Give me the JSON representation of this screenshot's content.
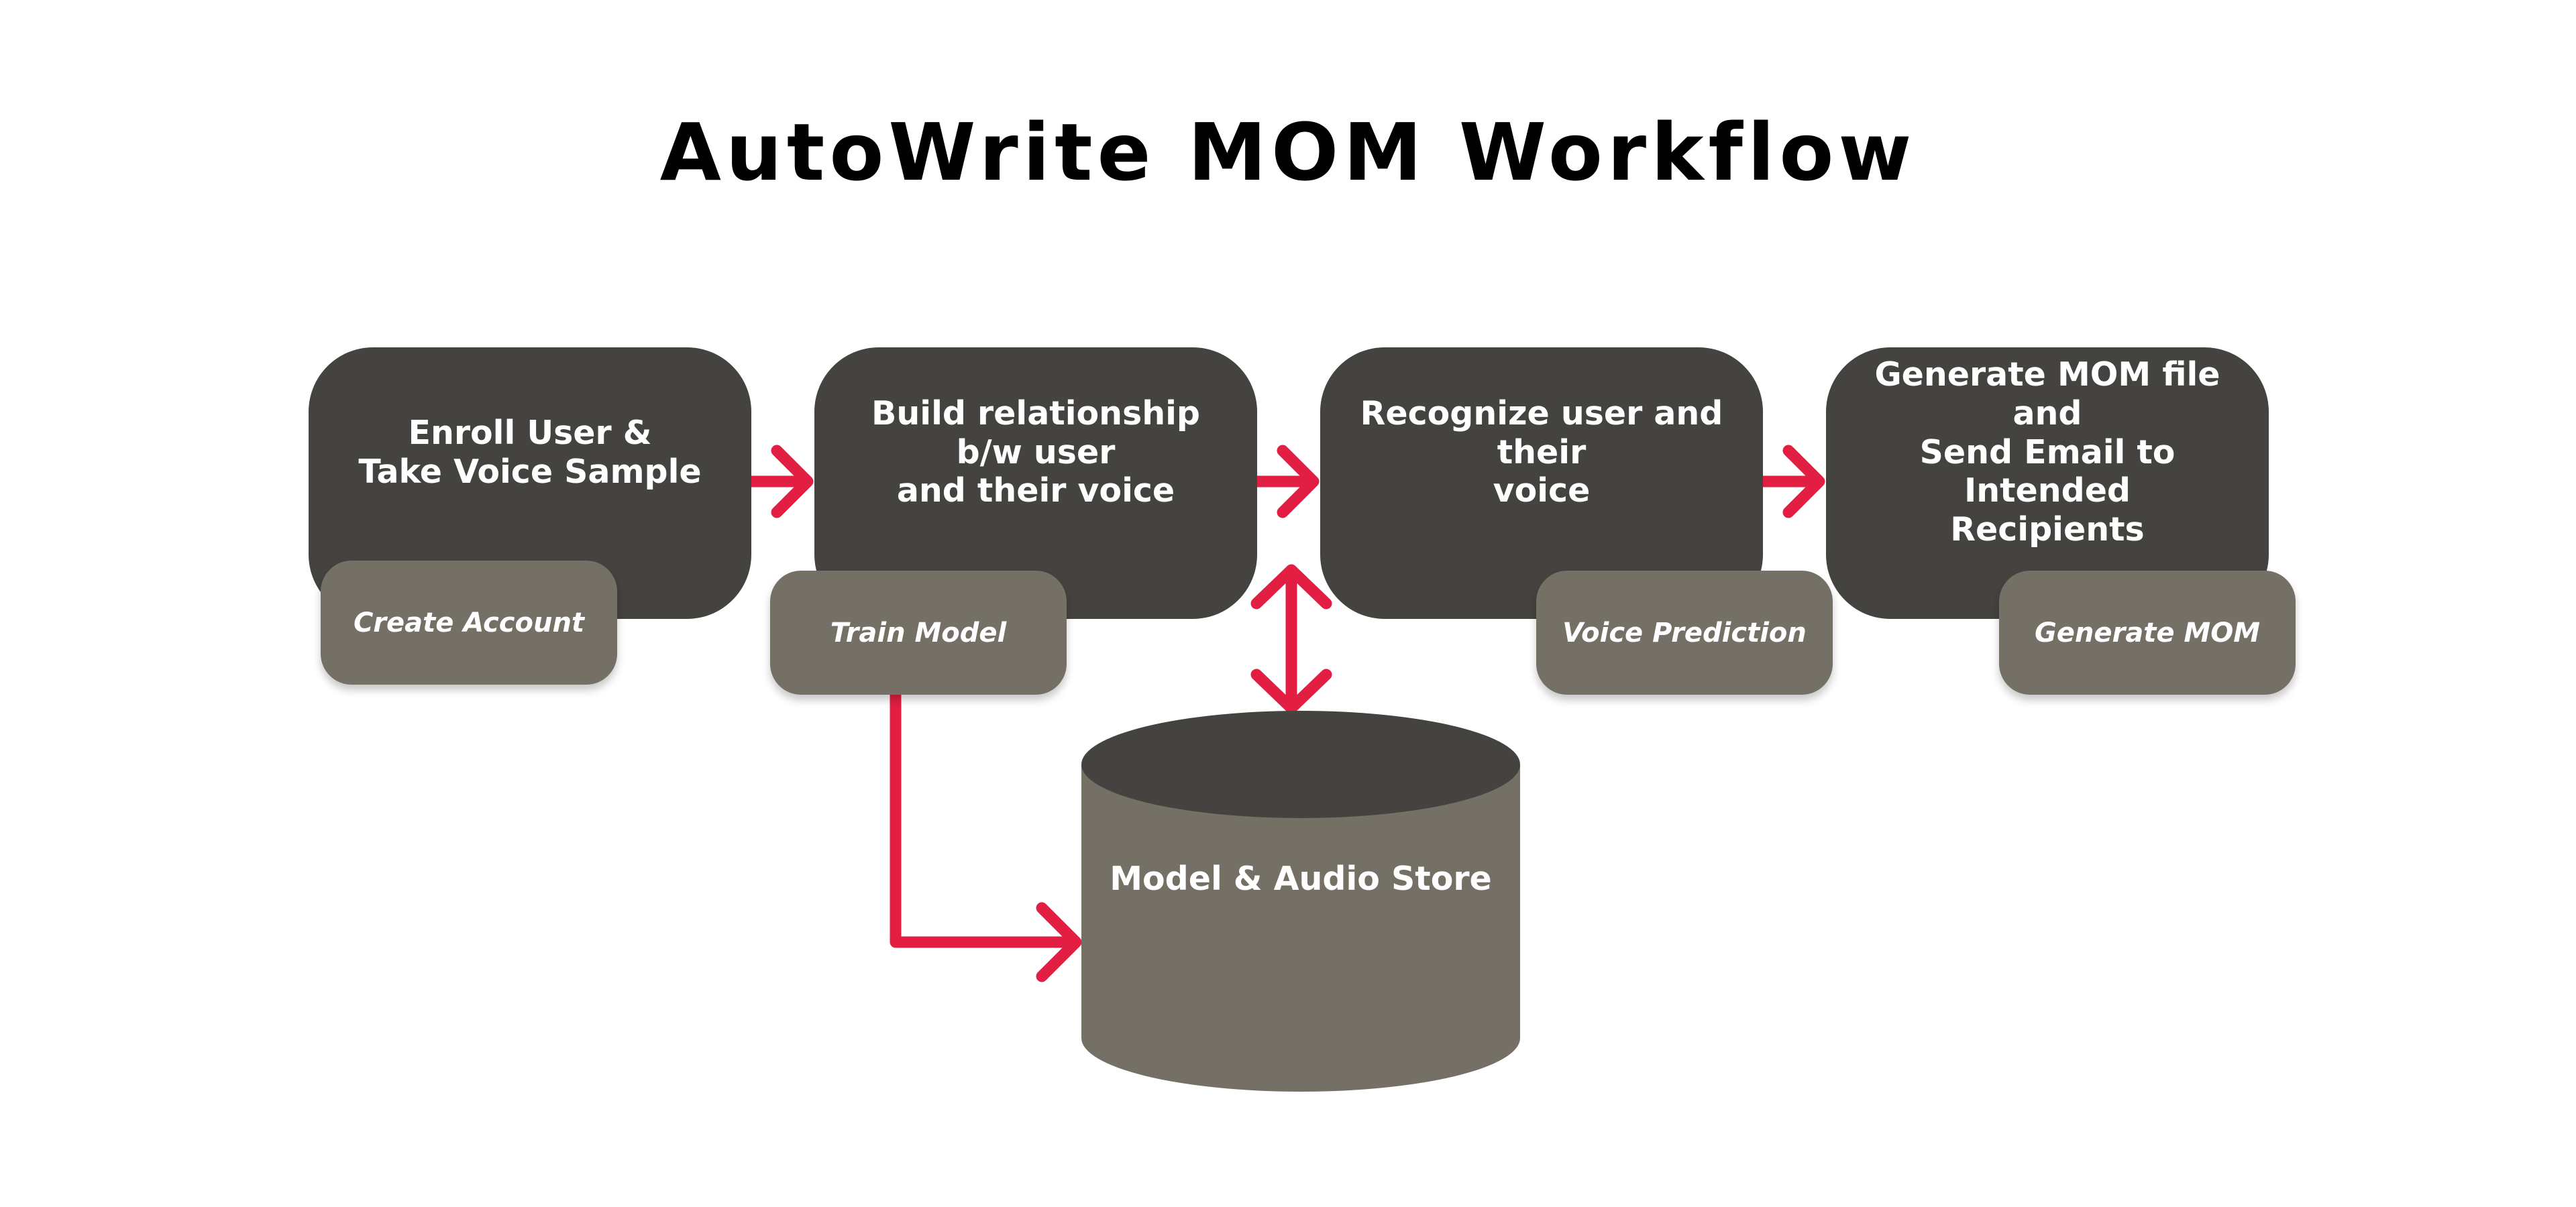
{
  "title": "AutoWrite MOM Workflow",
  "steps": [
    {
      "label": "Enroll User &\nTake Voice Sample",
      "sublabel": "Create Account"
    },
    {
      "label": "Build relationship b/w user\nand their voice",
      "sublabel": "Train Model"
    },
    {
      "label": "Recognize user and their\nvoice",
      "sublabel": "Voice Prediction"
    },
    {
      "label": "Generate MOM file and\nSend Email to Intended\nRecipients",
      "sublabel": "Generate MOM"
    }
  ],
  "store": {
    "label": "Model & Audio Store"
  },
  "colors": {
    "step_fill": "#45433f",
    "sub_fill": "#757065",
    "store_fill": "#757065",
    "store_top": "#45433f",
    "arrow": "#e21f43",
    "title_text": "#000000"
  },
  "connections": [
    {
      "from": "Enroll User & Take Voice Sample",
      "to": "Build relationship b/w user and their voice",
      "direction": "forward"
    },
    {
      "from": "Build relationship b/w user and their voice",
      "to": "Recognize user and their voice",
      "direction": "forward"
    },
    {
      "from": "Recognize user and their voice",
      "to": "Generate MOM file and Send Email to Intended Recipients",
      "direction": "forward"
    },
    {
      "from": "Train Model",
      "to": "Model & Audio Store",
      "direction": "forward"
    },
    {
      "from": "Model & Audio Store",
      "to": "Recognize user and their voice",
      "direction": "bidirectional"
    }
  ]
}
